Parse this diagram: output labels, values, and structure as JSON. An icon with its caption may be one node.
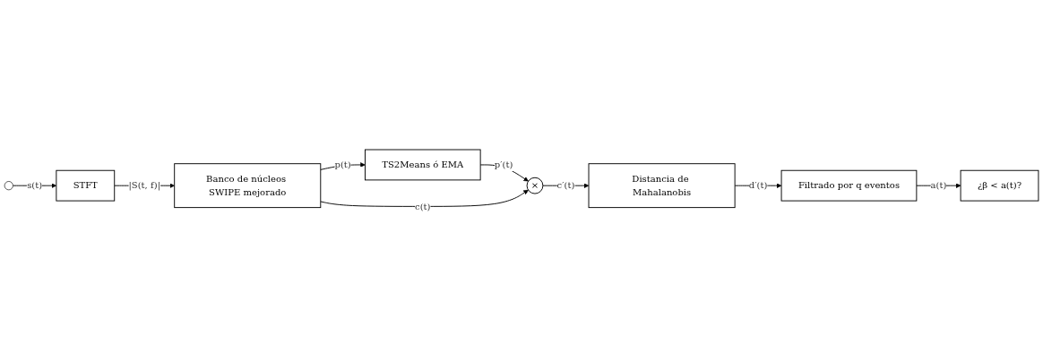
{
  "diagram": {
    "nodes": [
      {
        "text": [],
        "shape": "circle"
      },
      {
        "text": [
          "STFT"
        ]
      },
      {
        "text": [
          "Banco de núcleos SWIPE mejorado"
        ]
      },
      {
        "text": [
          "TS2Means ó EMA"
        ]
      },
      {
        "text": [
          "×"
        ]
      },
      {
        "text": [
          "Distancia de Mahalanobis"
        ]
      },
      {
        "text": [
          "Filtrado por q eventos"
        ]
      },
      {
        "text": [
          "¿β < a(t)?"
        ]
      }
    ],
    "edges": [
      {
        "from": 0,
        "to": 1,
        "arrow": "to",
        "label": "s(t)"
      },
      {
        "from": 1,
        "to": 2,
        "arrow": "to",
        "label": "|S(t, f)|"
      },
      {
        "from": 2,
        "to": 3,
        "arrow": "to",
        "label": "p(t)"
      },
      {
        "from": 3,
        "to": 4,
        "arrow": "to",
        "label": "p′(t)"
      },
      {
        "from": 2,
        "to": 4,
        "arrow": "to",
        "label": "c(t)"
      },
      {
        "from": 4,
        "to": 5,
        "arrow": "to",
        "label": "c′(t)"
      },
      {
        "from": 5,
        "to": 6,
        "arrow": "to",
        "label": "d′(t)"
      },
      {
        "from": 6,
        "to": 7,
        "arrow": "to",
        "label": "a(t)"
      }
    ]
  }
}
